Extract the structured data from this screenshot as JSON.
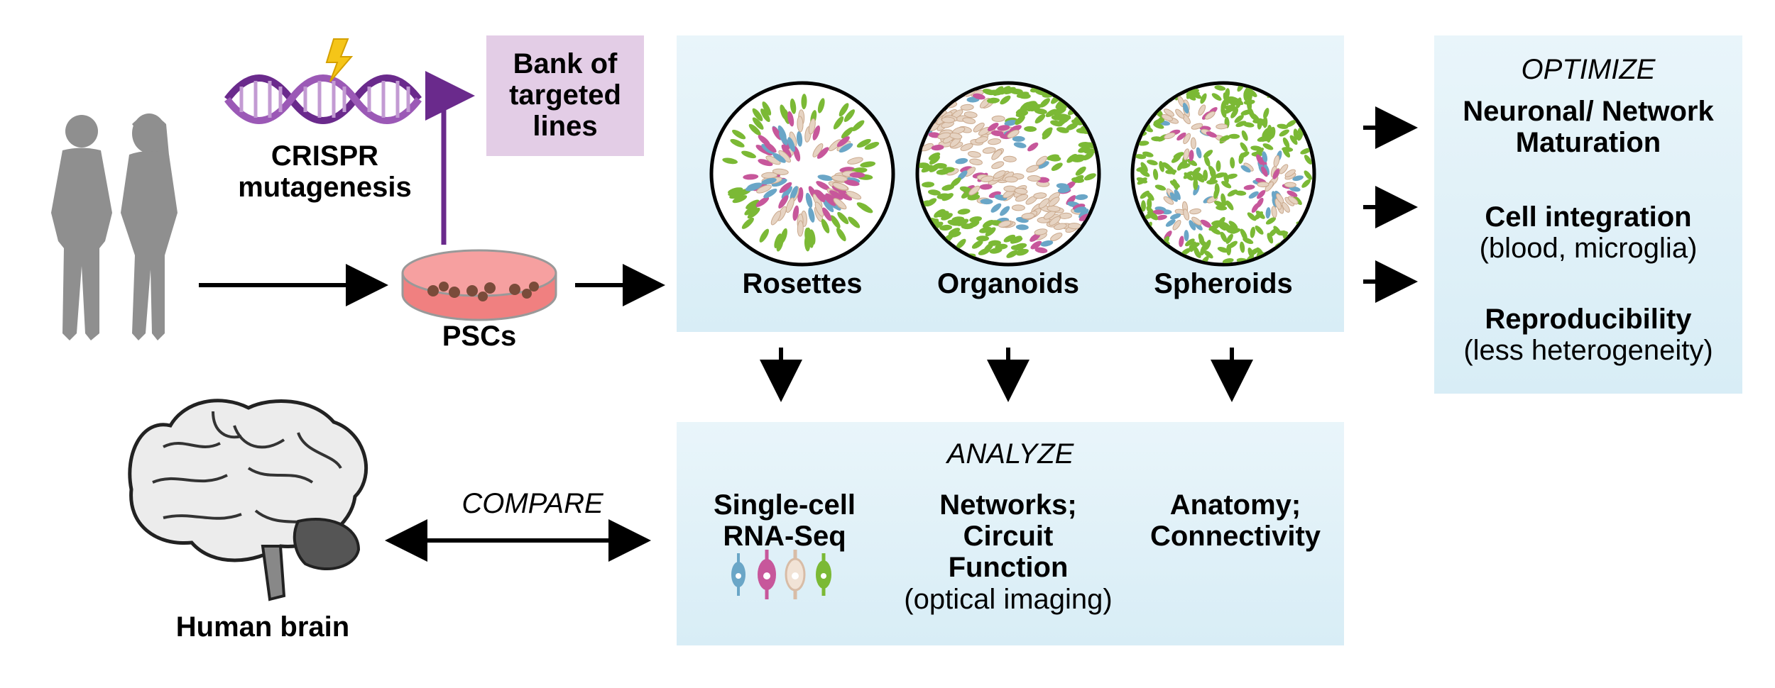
{
  "crispr": {
    "line1": "CRISPR",
    "line2": "mutagenesis"
  },
  "bank": {
    "line1": "Bank of",
    "line2": "targeted",
    "line3": "lines"
  },
  "pscs": "PSCs",
  "models": [
    {
      "label": "Rosettes"
    },
    {
      "label": "Organoids"
    },
    {
      "label": "Spheroids"
    }
  ],
  "optimize": {
    "heading": "OPTIMIZE",
    "item1_line1": "Neuronal/ Network",
    "item1_line2": "Maturation",
    "item2_title": "Cell integration",
    "item2_sub": "(blood, microglia)",
    "item3_title": "Reproducibility",
    "item3_sub": "(less heterogeneity)"
  },
  "analyze": {
    "heading": "ANALYZE",
    "col1_line1": "Single-cell",
    "col1_line2": "RNA-Seq",
    "col2_line1": "Networks;",
    "col2_line2": "Circuit",
    "col2_line3": "Function",
    "col2_sub": "(optical imaging)",
    "col3_line1": "Anatomy;",
    "col3_line2": "Connectivity"
  },
  "compare": "COMPARE",
  "brain": "Human brain",
  "colors": {
    "panel": "#dff0f7",
    "bank": "#e3cde6",
    "purple": "#6a2a8c",
    "dna": "#9b59b6",
    "green": "#7bb935",
    "pink": "#c7579b",
    "beige": "#e6d3c2",
    "blue": "#6aa6c7",
    "dish": "#f08080",
    "people": "#8f8f8f"
  }
}
